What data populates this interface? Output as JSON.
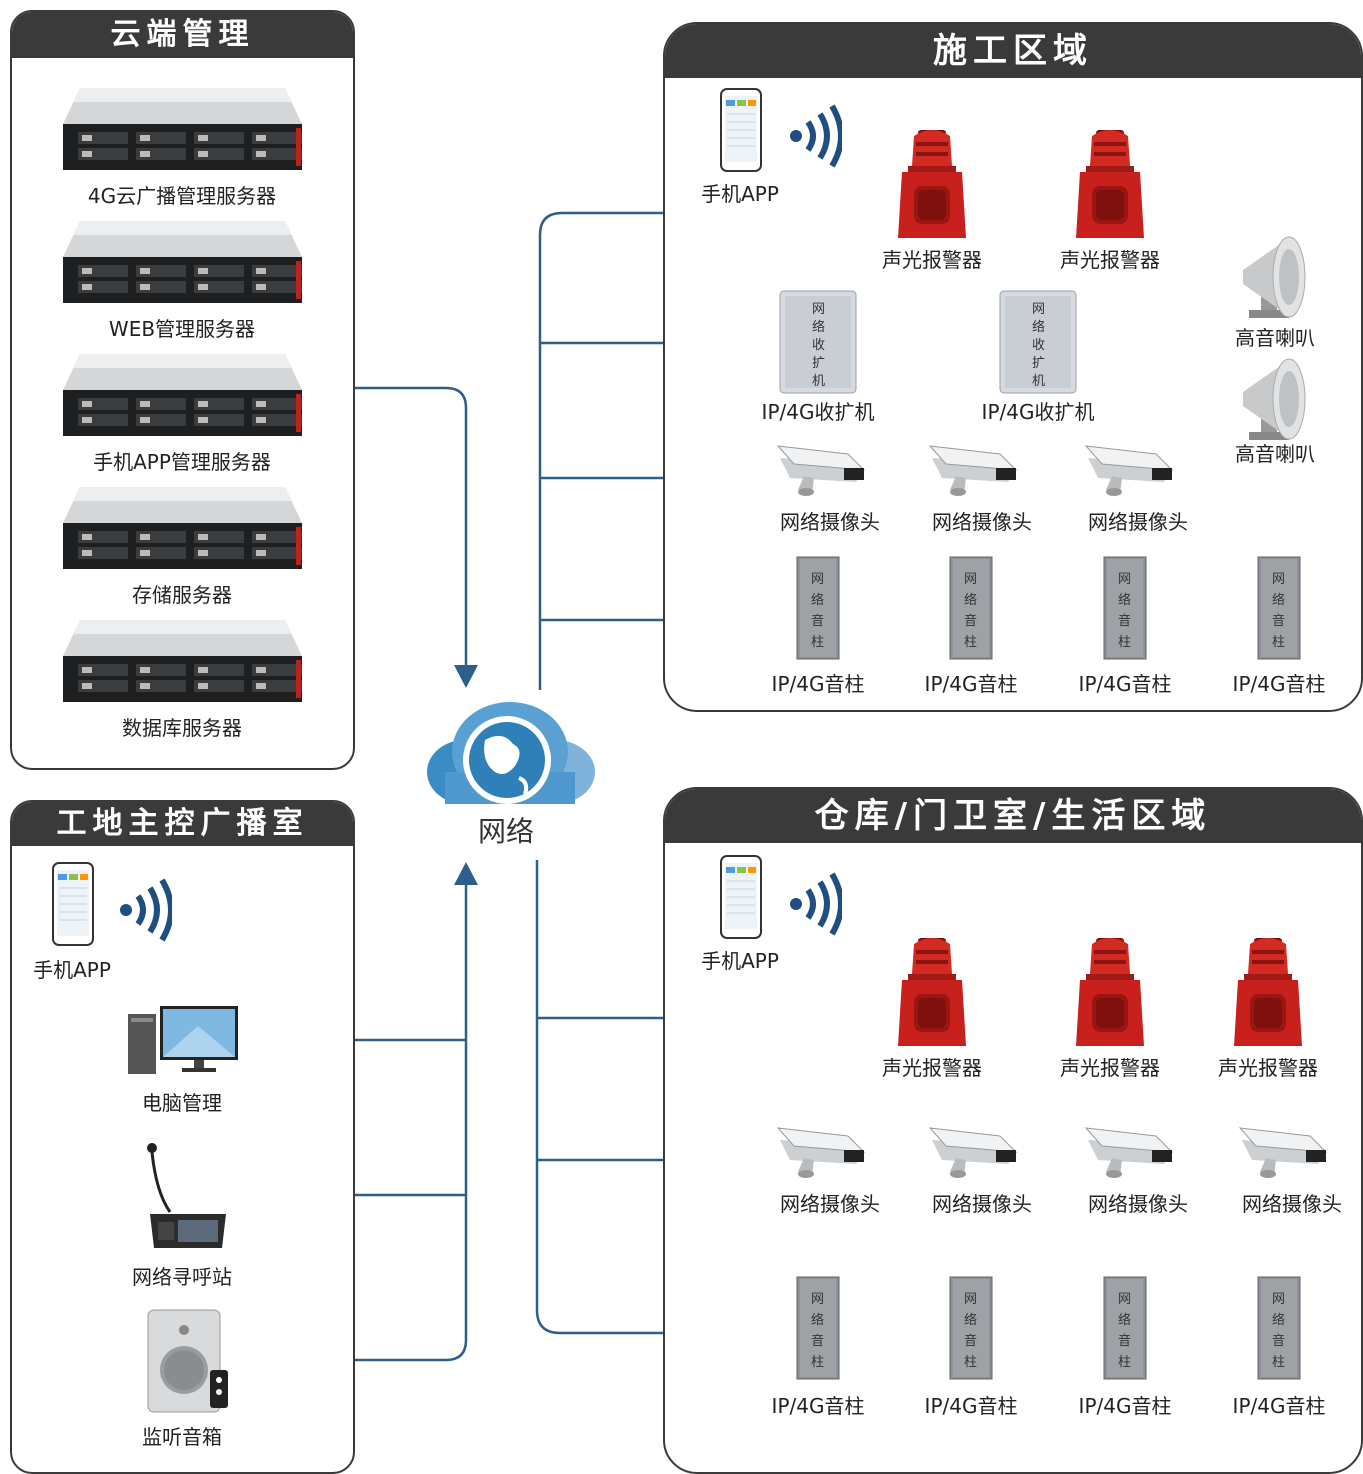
{
  "panels": {
    "cloud": "云端管理",
    "control": "工地主控广播室",
    "construction": "施工区域",
    "warehouse": "仓库/门卫室/生活区域"
  },
  "servers": [
    "4G云广播管理服务器",
    "WEB管理服务器",
    "手机APP管理服务器",
    "存储服务器",
    "数据库服务器"
  ],
  "control_room": {
    "app": "手机APP",
    "pc": "电脑管理",
    "paging": "网络寻呼站",
    "monitor": "监听音箱"
  },
  "network": "网络",
  "construction": {
    "app": "手机APP",
    "alarm": "声光报警器",
    "amp": "IP/4G收扩机",
    "amp_text": "网络收扩机",
    "horn": "高音喇叭",
    "camera": "网络摄像头",
    "column": "IP/4G音柱",
    "column_text": "网络音柱"
  },
  "warehouse": {
    "app": "手机APP",
    "alarm": "声光报警器",
    "camera": "网络摄像头",
    "column": "IP/4G音柱"
  },
  "colors": {
    "header": "#3a3a3a",
    "wire": "#2e5f8c",
    "alarm": "#c8201c",
    "cloud": "#3a8cc4"
  }
}
